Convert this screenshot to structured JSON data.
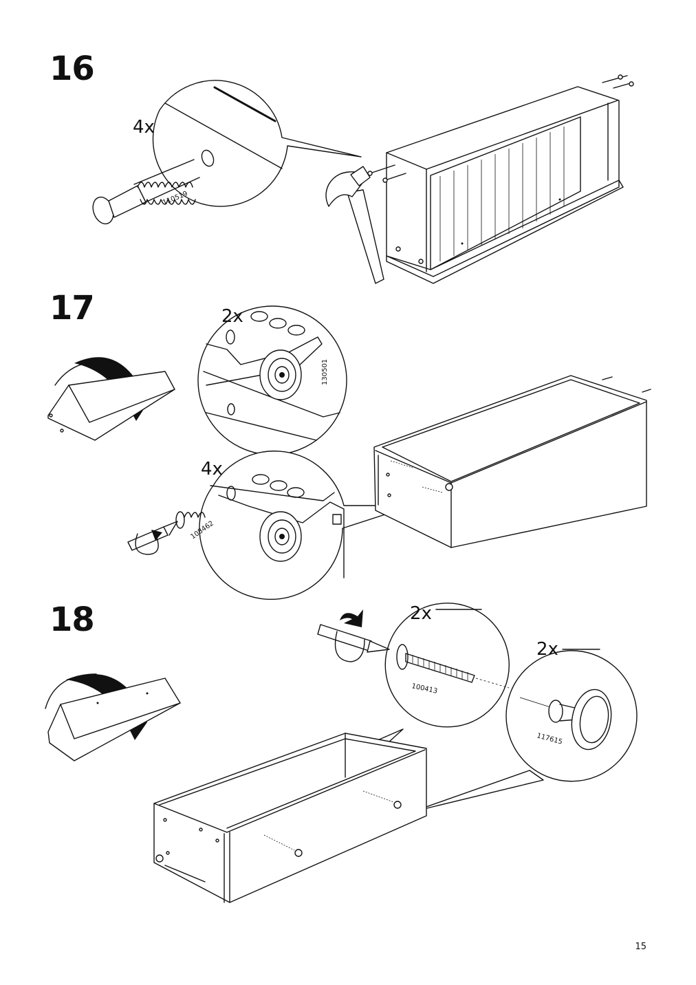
{
  "page": {
    "number": "15"
  },
  "steps": [
    {
      "number": "16",
      "callouts": [
        {
          "quantity": "4x",
          "part_no": "110519"
        }
      ]
    },
    {
      "number": "17",
      "callouts": [
        {
          "quantity": "2x",
          "part_no": "130501"
        },
        {
          "quantity": "4x",
          "part_no": "108462"
        }
      ]
    },
    {
      "number": "18",
      "callouts": [
        {
          "quantity": "2x",
          "part_no": "100413"
        },
        {
          "quantity": "2x",
          "part_no": "117615"
        }
      ]
    }
  ]
}
